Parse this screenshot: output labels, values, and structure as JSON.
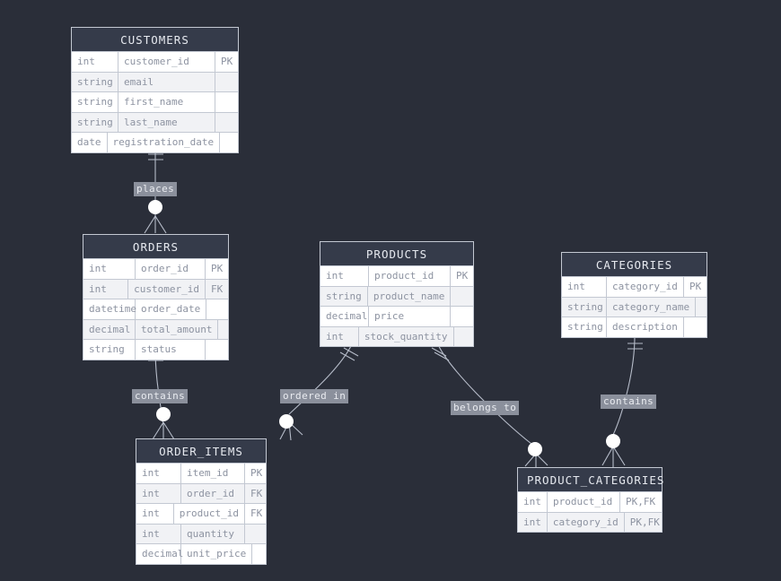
{
  "diagram": {
    "type": "entity-relationship-diagram",
    "background_color": "#2a2e39",
    "title_bar_color": "#353b4a",
    "line_color": "#b6bcc9",
    "label_background": "#8b909c"
  },
  "entities": [
    {
      "id": "customers",
      "name": "CUSTOMERS",
      "attributes": [
        {
          "type": "int",
          "name": "customer_id",
          "key": "PK"
        },
        {
          "type": "string",
          "name": "email",
          "key": ""
        },
        {
          "type": "string",
          "name": "first_name",
          "key": ""
        },
        {
          "type": "string",
          "name": "last_name",
          "key": ""
        },
        {
          "type": "date",
          "name": "registration_date",
          "key": ""
        }
      ]
    },
    {
      "id": "orders",
      "name": "ORDERS",
      "attributes": [
        {
          "type": "int",
          "name": "order_id",
          "key": "PK"
        },
        {
          "type": "int",
          "name": "customer_id",
          "key": "FK"
        },
        {
          "type": "datetime",
          "name": "order_date",
          "key": ""
        },
        {
          "type": "decimal",
          "name": "total_amount",
          "key": ""
        },
        {
          "type": "string",
          "name": "status",
          "key": ""
        }
      ]
    },
    {
      "id": "products",
      "name": "PRODUCTS",
      "attributes": [
        {
          "type": "int",
          "name": "product_id",
          "key": "PK"
        },
        {
          "type": "string",
          "name": "product_name",
          "key": ""
        },
        {
          "type": "decimal",
          "name": "price",
          "key": ""
        },
        {
          "type": "int",
          "name": "stock_quantity",
          "key": ""
        }
      ]
    },
    {
      "id": "categories",
      "name": "CATEGORIES",
      "attributes": [
        {
          "type": "int",
          "name": "category_id",
          "key": "PK"
        },
        {
          "type": "string",
          "name": "category_name",
          "key": ""
        },
        {
          "type": "string",
          "name": "description",
          "key": ""
        }
      ]
    },
    {
      "id": "order_items",
      "name": "ORDER_ITEMS",
      "attributes": [
        {
          "type": "int",
          "name": "item_id",
          "key": "PK"
        },
        {
          "type": "int",
          "name": "order_id",
          "key": "FK"
        },
        {
          "type": "int",
          "name": "product_id",
          "key": "FK"
        },
        {
          "type": "int",
          "name": "quantity",
          "key": ""
        },
        {
          "type": "decimal",
          "name": "unit_price",
          "key": ""
        }
      ]
    },
    {
      "id": "product_categories",
      "name": "PRODUCT_CATEGORIES",
      "attributes": [
        {
          "type": "int",
          "name": "product_id",
          "key": "PK,FK"
        },
        {
          "type": "int",
          "name": "category_id",
          "key": "PK,FK"
        }
      ]
    }
  ],
  "relationships": [
    {
      "id": "places",
      "label": "places",
      "from": "CUSTOMERS",
      "to": "ORDERS",
      "from_cardinality": "exactly-one",
      "to_cardinality": "zero-or-many"
    },
    {
      "id": "contains1",
      "label": "contains",
      "from": "ORDERS",
      "to": "ORDER_ITEMS",
      "from_cardinality": "exactly-one",
      "to_cardinality": "zero-or-many"
    },
    {
      "id": "ordered_in",
      "label": "ordered in",
      "from": "PRODUCTS",
      "to": "ORDER_ITEMS",
      "from_cardinality": "exactly-one",
      "to_cardinality": "zero-or-many"
    },
    {
      "id": "belongs_to",
      "label": "belongs to",
      "from": "PRODUCTS",
      "to": "PRODUCT_CATEGORIES",
      "from_cardinality": "exactly-one",
      "to_cardinality": "zero-or-many"
    },
    {
      "id": "contains2",
      "label": "contains",
      "from": "CATEGORIES",
      "to": "PRODUCT_CATEGORIES",
      "from_cardinality": "exactly-one",
      "to_cardinality": "zero-or-many"
    }
  ]
}
